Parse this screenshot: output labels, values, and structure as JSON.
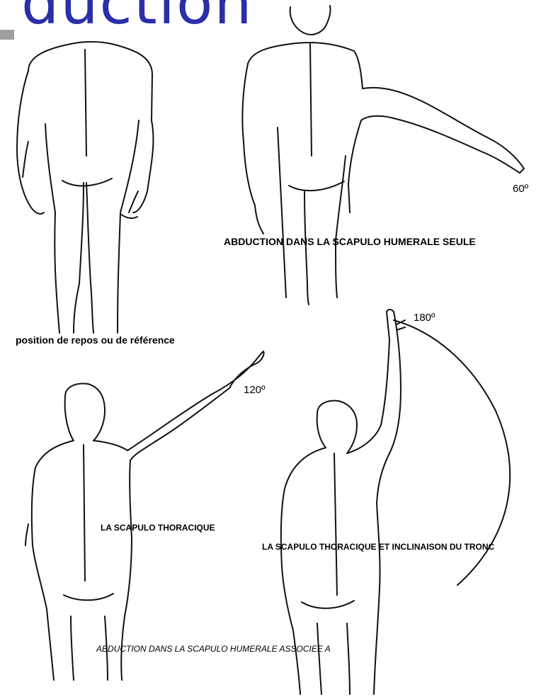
{
  "title": "duction",
  "figures": {
    "rest": {
      "caption": "position de repos ou de référence"
    },
    "glenohumeral": {
      "caption": "ABDUCTION DANS LA SCAPULO HUMERALE SEULE",
      "angle": "60º"
    },
    "scapulothoracic": {
      "caption": "LA SCAPULO THORACIQUE",
      "angle": "120º"
    },
    "trunk": {
      "caption": "LA SCAPULO THORACIQUE ET INCLINAISON DU TRONC",
      "angle": "180º"
    },
    "shared_caption": "ABDUCTION DANS LA SCAPULO HUMERALE ASSOCIEE A"
  },
  "colors": {
    "title": "#2a2fa8",
    "line": "#111111",
    "bar": "#9e9e9e"
  }
}
